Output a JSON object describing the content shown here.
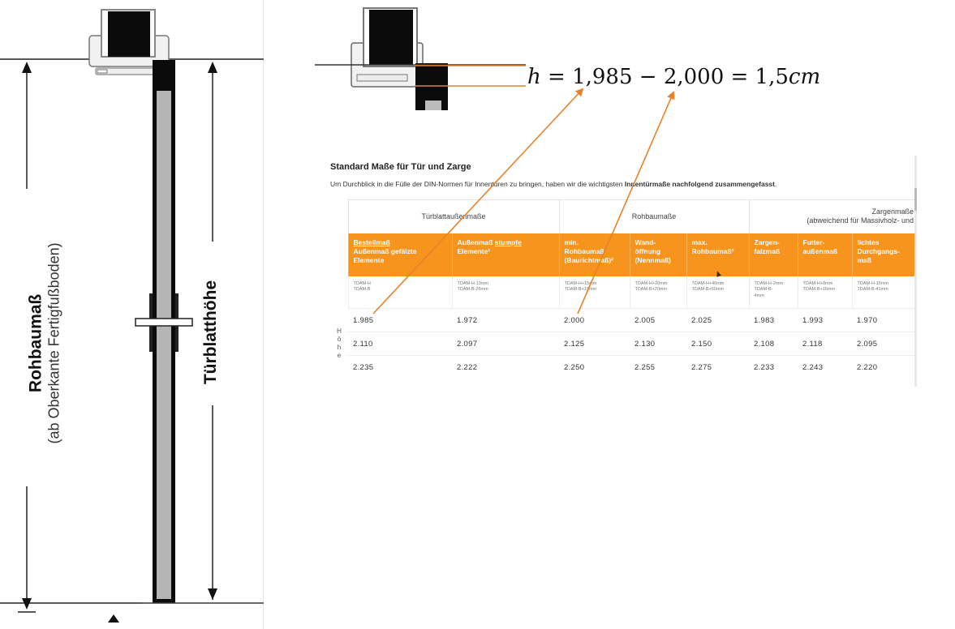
{
  "left_diagram": {
    "rohbaumass_label": "Rohbaumaß",
    "rohbaumass_sub": "(ab Oberkante Fertigfußboden)",
    "tuerblatt_label": "Türblatthöhe"
  },
  "formula": {
    "variable": "h",
    "expression": "= 1,985 − 2,000 = 1,5",
    "unit": "cm"
  },
  "table": {
    "title": "Standard Maße für Tür und Zarge",
    "intro_plain": "Um Durchblick in die Fülle der DIN-Normen für Innentüren zu bringen, haben wir die wichtigsten ",
    "intro_bold": "Innentürmaße nachfolgend zusammengefasst",
    "intro_end": ".",
    "groups": {
      "tuerblatt": "Türblattaußenmaße",
      "rohbau": "Rohbaumaße",
      "zargen_line1": "Zargenmaße",
      "zargen_line2": "(abweichend für Massivholz- und"
    },
    "headers": {
      "h1_line1": "Bestellmaß",
      "h1_line2": "Außenmaß gefälzte",
      "h1_line3": "Elemente",
      "h2_line1": "Außenmaß",
      "h2_under": "stumpfe",
      "h2_line2": "Elemente¹",
      "h3_line1": "min.",
      "h3_line2": "Rohbaumaß",
      "h3_line3": "(Baurichtmaß)²",
      "h4_line1": "Wand-",
      "h4_line2": "öffnung",
      "h4_line3": "(Nennmaß)",
      "h5_line1": "max.",
      "h5_line2": "Rohbaumaß³",
      "h6_line1": "Zargen-",
      "h6_line2": "falzmaß",
      "h7_line1": "Futter-",
      "h7_line2": "außenmaß",
      "h8_line1": "lichtes",
      "h8_line2": "Durchgangs-",
      "h8_line3": "maß"
    },
    "notes": {
      "n1_l1": "TDAM-H",
      "n1_l2": "TDAM-B",
      "n2_l1": "TDAM-H-13mm",
      "n2_l2": "TDAM-B-26mm",
      "n3_l1": "TDAM-H+15mm",
      "n3_l2": "TDAM-B+15mm",
      "n4_l1": "TDAM-H+20mm",
      "n4_l2": "TDAM-B+20mm",
      "n5_l1": "TDAM-H+40mm",
      "n5_l2": "TDAM-B+50mm",
      "n6_l1": "TDAM-H-2mm",
      "n6_l2": "TDAM-B-",
      "n6_l3": "4mm",
      "n7_l1": "TDAM-H+8mm",
      "n7_l2": "TDAM-B+16mm",
      "n8_l1": "TDAM-H-15mm",
      "n8_l2": "TDAM-B-41mm"
    },
    "side_label": [
      "H",
      "ö",
      "h",
      "e"
    ],
    "rows": [
      [
        "1.985",
        "1.972",
        "2.000",
        "2.005",
        "2.025",
        "1.983",
        "1.993",
        "1.970"
      ],
      [
        "2.110",
        "2.097",
        "2.125",
        "2.130",
        "2.150",
        "2.108",
        "2.118",
        "2.095"
      ],
      [
        "2.235",
        "2.222",
        "2.250",
        "2.255",
        "2.275",
        "2.233",
        "2.243",
        "2.220"
      ]
    ],
    "header_color": "#f7941d"
  },
  "annotation_color": "#e8822a"
}
